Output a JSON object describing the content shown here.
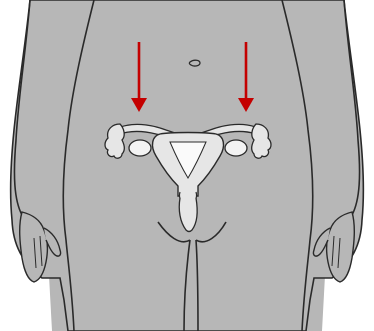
{
  "diagram": {
    "body_color": "#b7b7b7",
    "body_outline": "#2a2a2a",
    "organ_color": "#e6e6e6",
    "ovary_color": "#f3f3f3",
    "arrow_color": "#c40000",
    "arrow_count": 2,
    "icons": [
      "torso-figure",
      "navel",
      "uterus",
      "left-fallopian-tube",
      "right-fallopian-tube",
      "left-ovary",
      "right-ovary",
      "left-hand",
      "right-hand",
      "arrow-down"
    ]
  }
}
